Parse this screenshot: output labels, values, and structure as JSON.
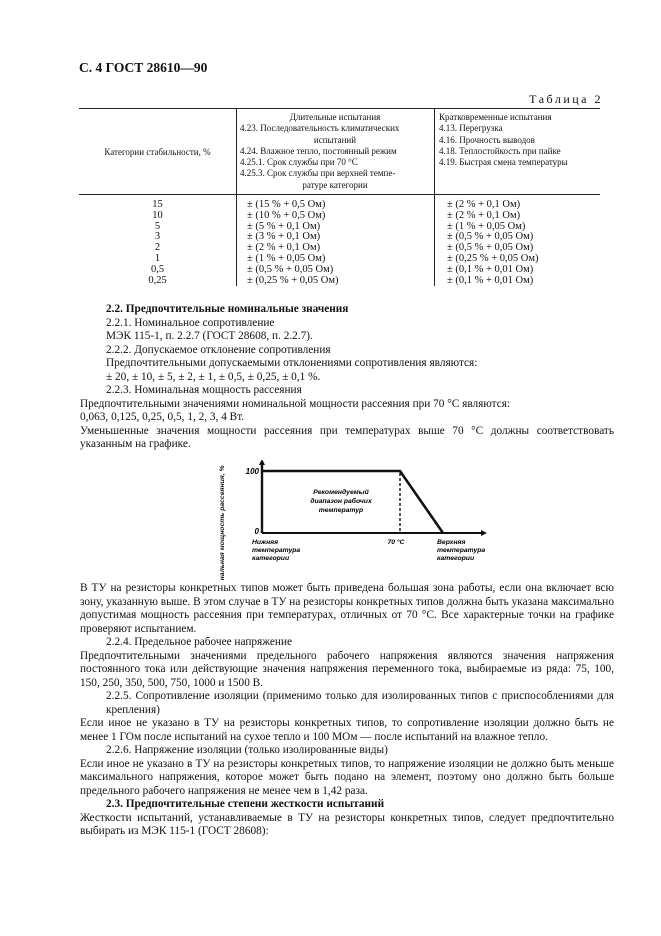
{
  "header": "С. 4 ГОСТ 28610—90",
  "table": {
    "caption": "Таблица 2",
    "col1_header": "Категории стабильности, %",
    "col2_header": [
      "Длительные испытания",
      "4.23. Последовательность климатических",
      "испытаний",
      "4.24. Влажное тепло, постоянный режим",
      "4.25.1. Срок службы при 70 °С",
      "4.25.3. Срок службы при верхней темпе-",
      "ратуре категории"
    ],
    "col3_header": [
      "Кратковременные испытания",
      "4.13. Перегрузка",
      "4.16. Прочность выводов",
      "4.18. Теплостойкость при пайке",
      "4.19. Быстрая смена температуры"
    ],
    "rows": [
      {
        "cat": "15",
        "long": "± (15 % + 0,5 Ом)",
        "short": "± (2 % + 0,1 Ом)"
      },
      {
        "cat": "10",
        "long": "± (10 % + 0,5 Ом)",
        "short": "± (2 % + 0,1 Ом)"
      },
      {
        "cat": "5",
        "long": "± (5 % + 0,1 Ом)",
        "short": "± (1 % + 0,05 Ом)"
      },
      {
        "cat": "3",
        "long": "± (3 % + 0,1 Ом)",
        "short": "± (0,5 % + 0,05 Ом)"
      },
      {
        "cat": "2",
        "long": "± (2 % + 0,1 Ом)",
        "short": "± (0,5 % + 0,05 Ом)"
      },
      {
        "cat": "1",
        "long": "± (1 % + 0,05 Ом)",
        "short": "± (0,25 % + 0,05 Ом)"
      },
      {
        "cat": "0,5",
        "long": "± (0,5 % + 0,05 Ом)",
        "short": "± (0,1 % + 0,01 Ом)"
      },
      {
        "cat": "0,25",
        "long": "± (0,25 % + 0,05 Ом)",
        "short": "± (0,1 % + 0,01 Ом)"
      }
    ]
  },
  "s22": {
    "title": "2.2. Предпочтительные номинальные значения",
    "p221": "2.2.1. Номинальное сопротивление",
    "p221b": "МЭК 115-1, п. 2.2.7 (ГОСТ 28608, п. 2.2.7).",
    "p222": "2.2.2. Допускаемое отклонение сопротивления",
    "p222b": "Предпочтительными допускаемыми отклонениями сопротивления являются:",
    "p222c": "± 20, ± 10, ± 5, ± 2, ± 1, ± 0,5, ± 0,25, ± 0,1 %.",
    "p223": "2.2.3. Номинальная мощность рассеяния",
    "p223b": "Предпочтительными значениями номинальной мощности рассеяния при 70 °С являются:",
    "p223c": "0,063, 0,125, 0,25, 0,5, 1, 2, 3, 4 Вт.",
    "p223d": "Уменьшенные значения мощности рассеяния при температурах выше 70 °С должны соответствовать указанным на графике."
  },
  "chart_data": {
    "type": "line",
    "ylabel": "Номинальная мощность рассеяния, %",
    "y_ticks": [
      "100",
      "0"
    ],
    "x_ticks": [
      "Нижняя температура категории",
      "70 °С",
      "Верхняя температура категории"
    ],
    "annotation": "Рекомендуемый диапазон рабочих температур",
    "series": [
      {
        "points": [
          [
            "Нижняя температура категории",
            100
          ],
          [
            "70 °С",
            100
          ],
          [
            "Верхняя температура категории",
            0
          ]
        ]
      }
    ]
  },
  "after": {
    "p1": "В ТУ на резисторы конкретных типов может быть приведена большая зона работы, если она включает всю зону, указанную выше. В этом случае в ТУ на резисторы конкретных типов должна быть указана максимально допустимая мощность рассеяния при температурах, отличных от 70 °С. Все характерные точки на графике проверяют испытанием.",
    "p224": "2.2.4. Предельное рабочее напряжение",
    "p224b": "Предпочтительными значениями предельного рабочего напряжения являются значения напряжения постоянного тока или действующие значения напряжения переменного тока, выбираемые из ряда: 75, 100, 150, 250, 350, 500, 750, 1000 и 1500 В.",
    "p225": "2.2.5. Сопротивление изоляции (применимо только для изолированных типов с приспособлениями для крепления)",
    "p225b": "Если иное не указано в ТУ на резисторы конкретных типов, то сопротивление изоляции должно быть не менее 1 ГОм после испытаний на сухое тепло и 100 МОм — после испытаний на влажное тепло.",
    "p226": "2.2.6. Напряжение изоляции (только изолированные виды)",
    "p226b": "Если иное не указано в ТУ на резисторы конкретных типов, то напряжение изоляции не должно быть меньше максимального напряжения, которое может быть подано на элемент, поэтому оно должно быть больше предельного рабочего напряжения не менее чем в 1,42 раза.",
    "s23": "2.3. Предпочтительные степени жесткости испытаний",
    "s23b": "Жесткости испытаний, устанавливаемые в ТУ на резисторы конкретных типов, следует предпочтительно выбирать из МЭК 115-1 (ГОСТ 28608):"
  }
}
